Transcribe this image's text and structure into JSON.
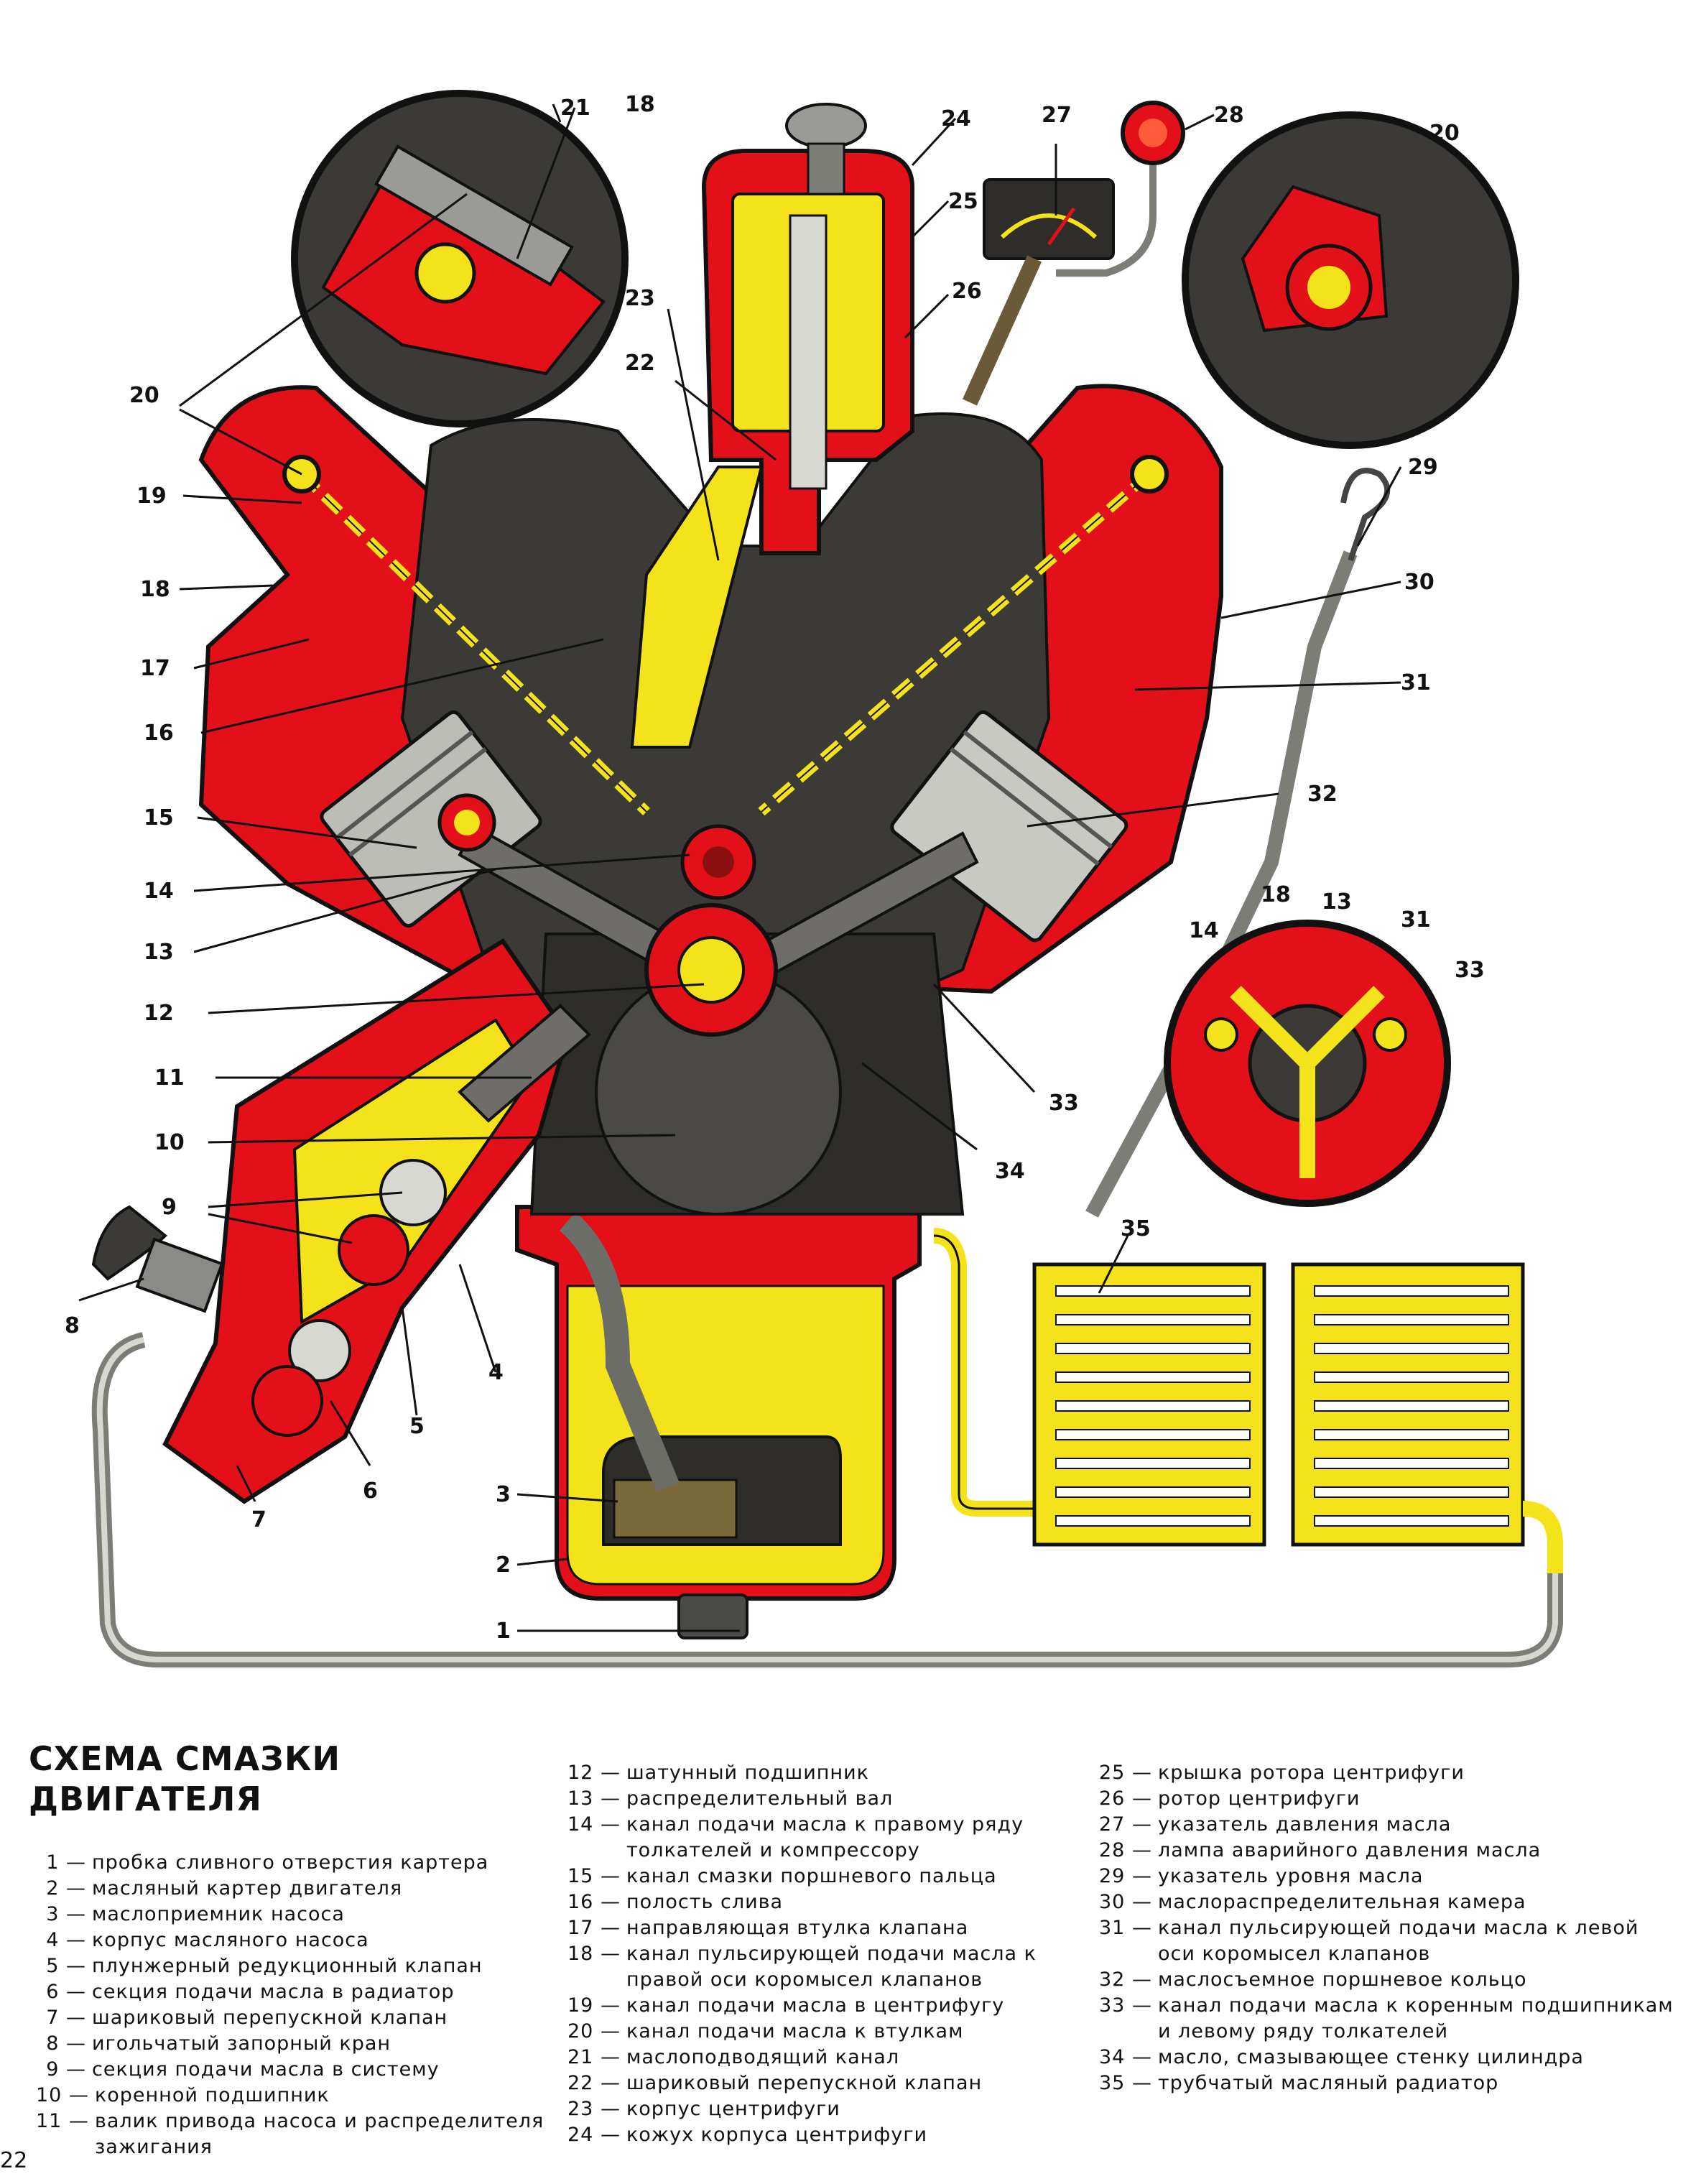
{
  "title_line_1": "СХЕМА СМАЗКИ",
  "title_line_2": "ДВИГАТЕЛЯ",
  "page_number": "22",
  "colors": {
    "oil_yellow": "#f4e31a",
    "section_red": "#e3101a",
    "metal_dark": "#3b3a36",
    "metal_gray": "#9a9a96",
    "outline": "#111111"
  },
  "callouts": [
    "1",
    "2",
    "3",
    "4",
    "5",
    "6",
    "7",
    "8",
    "9",
    "10",
    "11",
    "12",
    "13",
    "14",
    "15",
    "16",
    "17",
    "18",
    "19",
    "20",
    "21",
    "22",
    "23",
    "24",
    "25",
    "26",
    "27",
    "28",
    "29",
    "30",
    "31",
    "32",
    "33",
    "34",
    "35"
  ],
  "legend": [
    {
      "num": "1 —",
      "text": "пробка сливного отверстия картера"
    },
    {
      "num": "2 —",
      "text": "масляный картер двигателя"
    },
    {
      "num": "3 —",
      "text": "маслоприемник насоса"
    },
    {
      "num": "4 —",
      "text": "корпус масляного насоса"
    },
    {
      "num": "5 —",
      "text": "плунжерный редукционный клапан"
    },
    {
      "num": "6 —",
      "text": "секция подачи масла в радиатор"
    },
    {
      "num": "7 —",
      "text": "шариковый перепускной клапан"
    },
    {
      "num": "8 —",
      "text": "игольчатый запорный кран"
    },
    {
      "num": "9 —",
      "text": "секция подачи масла в систему"
    },
    {
      "num": "10 —",
      "text": "коренной подшипник"
    },
    {
      "num": "11 —",
      "text": "валик привода насоса и распределителя зажигания"
    },
    {
      "num": "12 —",
      "text": "шатунный подшипник"
    },
    {
      "num": "13 —",
      "text": "распределительный вал"
    },
    {
      "num": "14 —",
      "text": "канал подачи масла к правому ряду толкателей и компрессору"
    },
    {
      "num": "15 —",
      "text": "канал смазки поршневого пальца"
    },
    {
      "num": "16 —",
      "text": "полость слива"
    },
    {
      "num": "17 —",
      "text": "направляющая втулка клапана"
    },
    {
      "num": "18 —",
      "text": "канал пульсирующей подачи масла к правой оси коромысел клапанов"
    },
    {
      "num": "19 —",
      "text": "канал подачи масла в центрифугу"
    },
    {
      "num": "20 —",
      "text": "канал подачи масла к втулкам"
    },
    {
      "num": "21 —",
      "text": "маслоподводящий канал"
    },
    {
      "num": "22 —",
      "text": "шариковый перепускной клапан"
    },
    {
      "num": "23 —",
      "text": "корпус центрифуги"
    },
    {
      "num": "24 —",
      "text": "кожух корпуса центрифуги"
    },
    {
      "num": "25 —",
      "text": "крышка ротора центрифуги"
    },
    {
      "num": "26 —",
      "text": "ротор центрифуги"
    },
    {
      "num": "27 —",
      "text": "указатель давления масла"
    },
    {
      "num": "28 —",
      "text": "лампа аварийного давления масла"
    },
    {
      "num": "29 —",
      "text": "указатель уровня масла"
    },
    {
      "num": "30 —",
      "text": "маслораспределительная камера"
    },
    {
      "num": "31 —",
      "text": "канал пульсирующей подачи масла к левой оси коромысел клапанов"
    },
    {
      "num": "32 —",
      "text": "маслосъемное поршневое кольцо"
    },
    {
      "num": "33 —",
      "text": "канал подачи масла к коренным подшипникам и левому ряду толкателей"
    },
    {
      "num": "34 —",
      "text": "масло, смазывающее стенку цилиндра"
    },
    {
      "num": "35 —",
      "text": "трубчатый масляный радиатор"
    }
  ]
}
